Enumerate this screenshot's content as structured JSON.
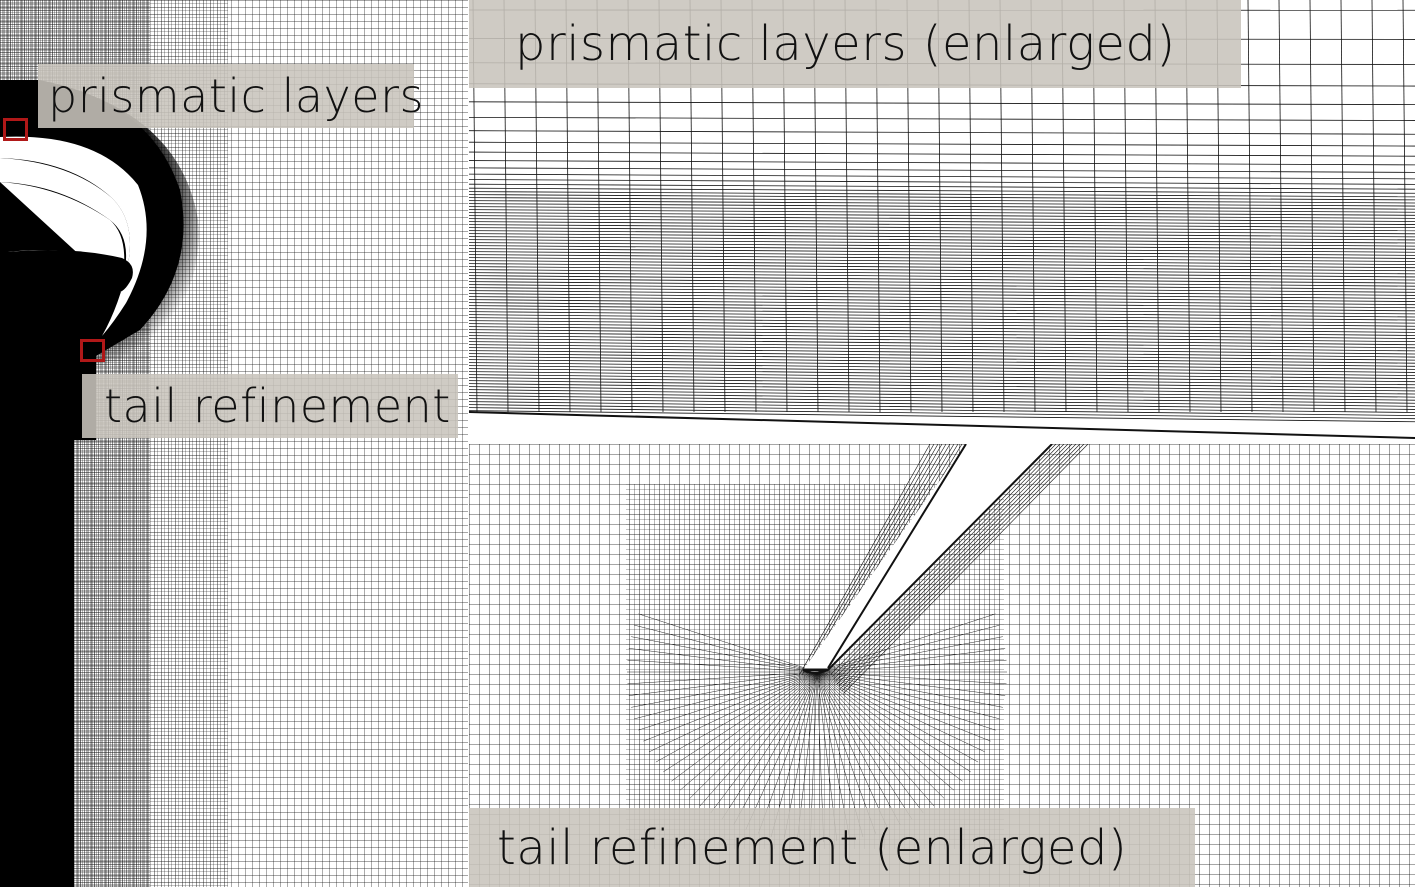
{
  "labels": {
    "prismatic_layers": "prismatic layers",
    "tail_refinement": "tail refinement",
    "prismatic_layers_enlarged": "prismatic layers (enlarged)",
    "tail_refinement_enlarged": "tail refinement (enlarged)"
  },
  "colors": {
    "mesh_line": "#111111",
    "label_background": "#c8c4bc",
    "marker": "#b01818",
    "background": "#ffffff"
  }
}
